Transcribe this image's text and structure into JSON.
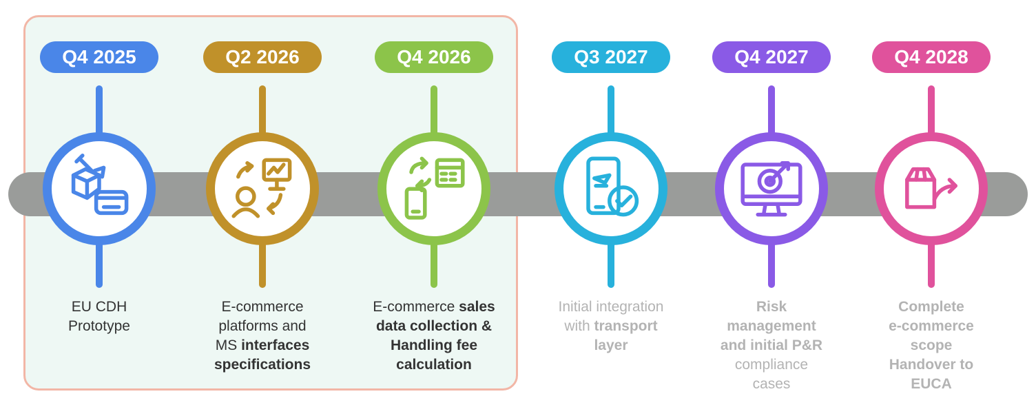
{
  "colors": {
    "blue": "#4a86e8",
    "gold": "#c0912a",
    "green": "#8cc44a",
    "cyan": "#27b1dc",
    "purple": "#8a5ae6",
    "pink": "#e0529c",
    "bar": "#9a9c9a",
    "highlight_border": "#f2b6a6",
    "highlight_fill": "#eef8f4"
  },
  "milestones": [
    {
      "quarter": "Q4 2025",
      "icon": "box-and-wallet-icon",
      "text": [
        {
          "t": "EU CDH",
          "b": false
        },
        {
          "t": "Prototype",
          "b": false
        }
      ],
      "faded": false
    },
    {
      "quarter": "Q2 2026",
      "icon": "user-exchange-monitor-icon",
      "text": [
        {
          "t": "E-commerce",
          "b": false
        },
        {
          "t": "platforms and",
          "b": false
        },
        {
          "t": "MS ",
          "b": false
        },
        {
          "t": "interfaces",
          "b": true
        },
        {
          "t": "specifications",
          "b": true
        }
      ],
      "faded": false
    },
    {
      "quarter": "Q4 2026",
      "icon": "phone-calculator-exchange-icon",
      "text": [
        {
          "t": "E-commerce ",
          "b": false
        },
        {
          "t": "sales",
          "b": true
        },
        {
          "t": "data collection &",
          "b": true
        },
        {
          "t": "Handling fee",
          "b": true
        },
        {
          "t": "calculation",
          "b": true
        }
      ],
      "faded": false
    },
    {
      "quarter": "Q3 2027",
      "icon": "phone-plane-check-icon",
      "text": [
        {
          "t": "Initial integration",
          "b": false
        },
        {
          "t": "with ",
          "b": false
        },
        {
          "t": "transport",
          "b": true
        },
        {
          "t": "layer",
          "b": true
        }
      ],
      "faded": true
    },
    {
      "quarter": "Q4 2027",
      "icon": "monitor-target-icon",
      "text": [
        {
          "t": "Risk",
          "b": true
        },
        {
          "t": "management",
          "b": true
        },
        {
          "t": "and initial P&R",
          "b": true
        },
        {
          "t": "compliance",
          "b": false
        },
        {
          "t": "cases",
          "b": false
        }
      ],
      "faded": true
    },
    {
      "quarter": "Q4 2028",
      "icon": "package-handover-arrow-icon",
      "text": [
        {
          "t": "Complete",
          "b": true
        },
        {
          "t": "e-commerce",
          "b": true
        },
        {
          "t": "scope",
          "b": true
        },
        {
          "t": "Handover to",
          "b": true
        },
        {
          "t": "EUCA",
          "b": true
        }
      ],
      "faded": true
    }
  ]
}
